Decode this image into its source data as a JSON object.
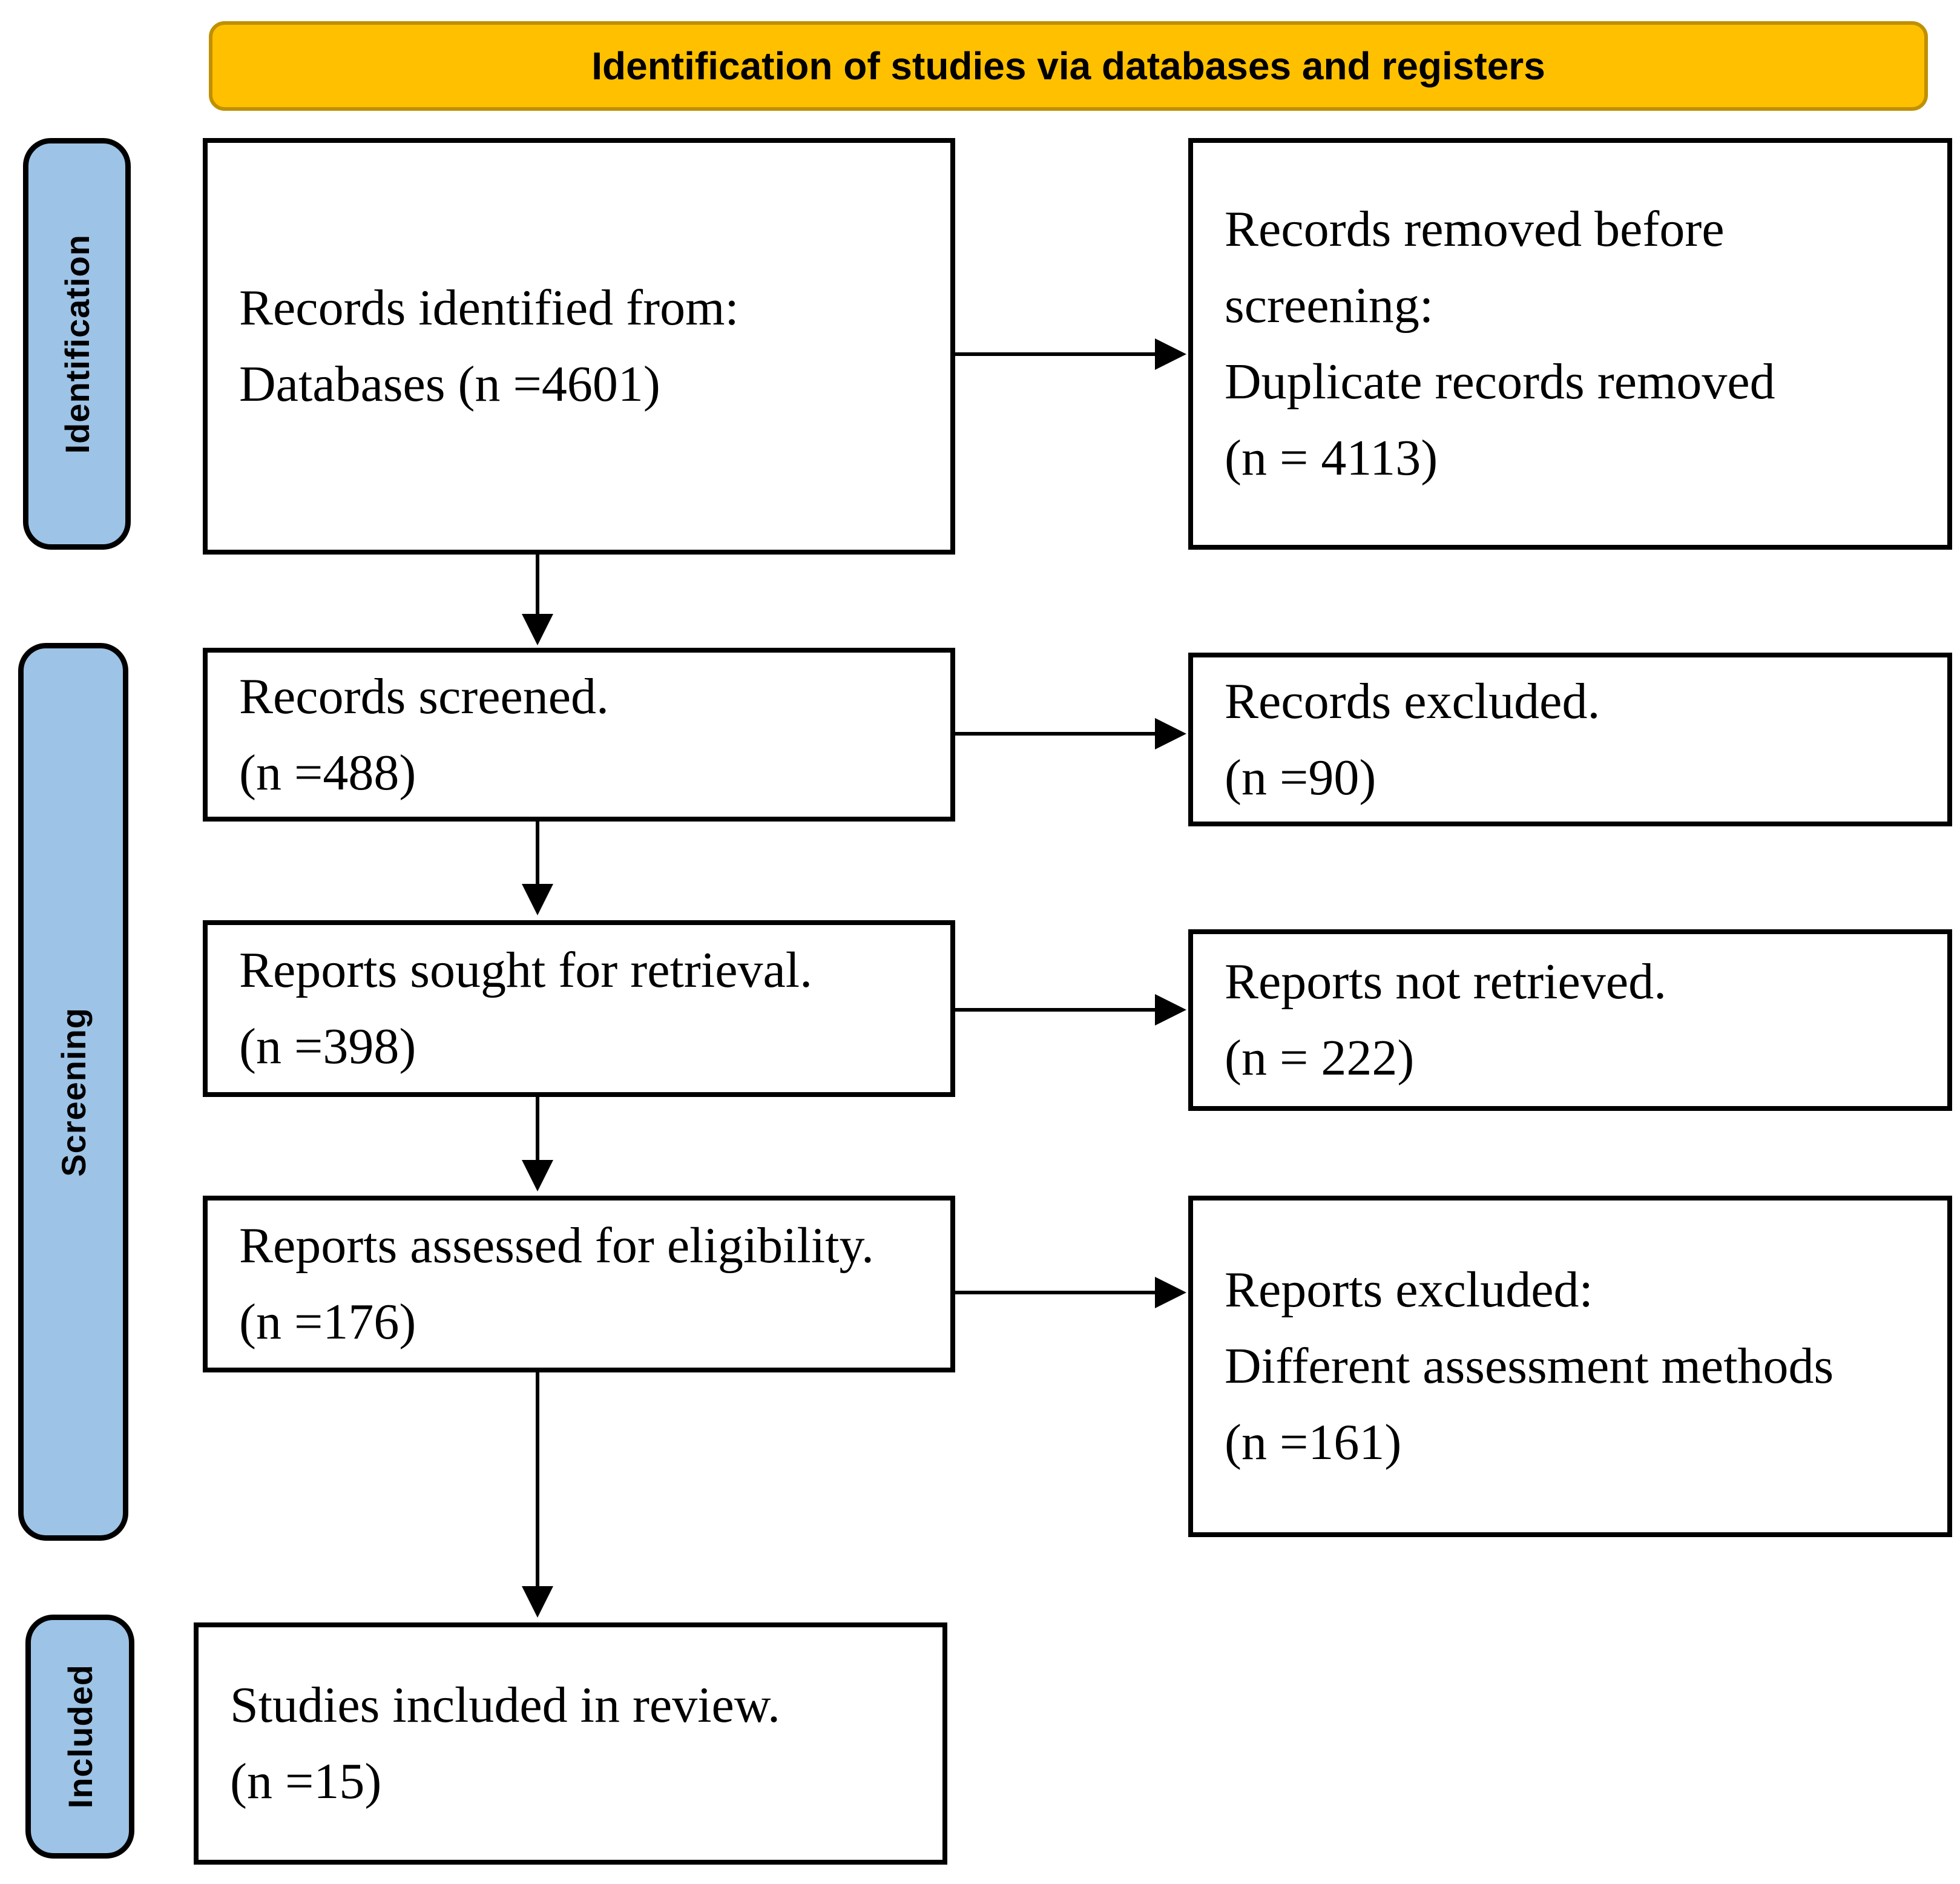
{
  "header": {
    "title": "Identification of studies via databases and registers"
  },
  "sidebar": {
    "items": [
      {
        "label": "Identification"
      },
      {
        "label": "Screening"
      },
      {
        "label": "Included"
      }
    ]
  },
  "flow": {
    "identified": {
      "lines": [
        "Records identified from:",
        "Databases (n =4601)"
      ]
    },
    "removed": {
      "lines": [
        "Records removed before",
        "screening:",
        "Duplicate records removed",
        "(n = 4113)"
      ]
    },
    "screened": {
      "lines": [
        "Records screened.",
        "(n =488)"
      ]
    },
    "excluded": {
      "lines": [
        "Records excluded.",
        "(n =90)"
      ]
    },
    "sought": {
      "lines": [
        "Reports sought for retrieval.",
        "(n =398)"
      ]
    },
    "not_retrieved": {
      "lines": [
        "Reports not retrieved.",
        "(n = 222)"
      ]
    },
    "assessed": {
      "lines": [
        "Reports assessed for eligibility.",
        "(n =176)"
      ]
    },
    "reports_excluded": {
      "lines": [
        "Reports excluded:",
        "Different assessment methods",
        "(n =161)"
      ]
    },
    "included_studies": {
      "lines": [
        "Studies included in review.",
        "(n =15)"
      ]
    }
  },
  "colors": {
    "banner": "#FFC000",
    "banner_border": "#BF9000",
    "stage_fill": "#9DC3E6",
    "line": "#000000"
  }
}
